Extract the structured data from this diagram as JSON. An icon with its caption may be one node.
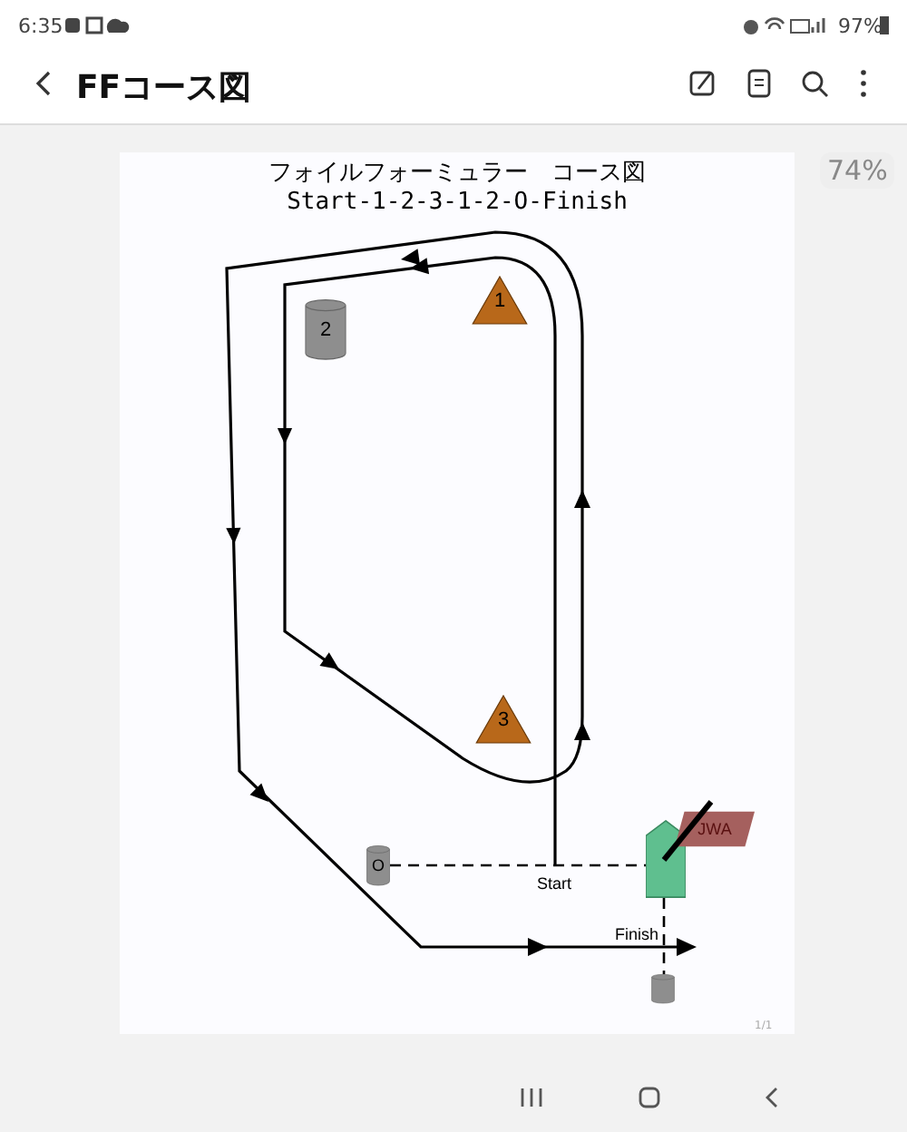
{
  "diagram": {
    "title": "フォイルフォーミュラー　コース図",
    "nodes": [
      {
        "text": [
          "1"
        ]
      },
      {
        "text": [
          "2"
        ]
      },
      {
        "text": [
          "3"
        ]
      },
      {
        "text": [
          "O"
        ]
      },
      {
        "text": [],
        "shape": "boat"
      },
      {
        "text": [
          "JWA"
        ]
      },
      {
        "text": [],
        "shape": "cylinder"
      }
    ],
    "edges": [
      {
        "from": 3,
        "to": 4,
        "arrow": "none",
        "style": "dashed"
      },
      {
        "from": 4,
        "to": 6,
        "arrow": "none",
        "style": "dashed"
      },
      {
        "from": 4,
        "to": 5,
        "arrow": "none",
        "style": "thick"
      }
    ],
    "labels": [
      "6:35",
      "97%",
      "FFコース図",
      "74%",
      "Start-1-2-3-1-2-O-Finish",
      "Start",
      "Finish",
      "1/1"
    ]
  }
}
